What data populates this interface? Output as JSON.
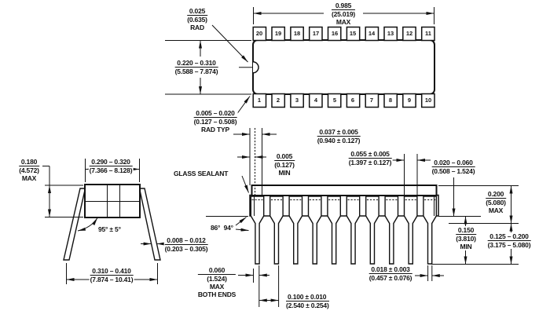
{
  "top_view": {
    "pins_top": [
      "20",
      "19",
      "18",
      "17",
      "16",
      "15",
      "14",
      "13",
      "12",
      "11"
    ],
    "pins_bottom": [
      "1",
      "2",
      "3",
      "4",
      "5",
      "6",
      "7",
      "8",
      "9",
      "10"
    ],
    "dims": {
      "overall_length": {
        "in": "0.985",
        "mm": "(25.019)",
        "note": "MAX"
      },
      "notch_radius": {
        "in": "0.025",
        "mm": "(0.635)",
        "note": "RAD"
      },
      "body_width": {
        "in": "0.220 – 0.310",
        "mm": "(5.588 – 7.874)"
      },
      "corner_radius": {
        "in": "0.005 – 0.020",
        "mm": "(0.127 – 0.508)",
        "note": "RAD TYP"
      }
    }
  },
  "side_view": {
    "labels": {
      "glass_sealant": "GLASS SEALANT",
      "end_angle": "86°  94°"
    },
    "dims": {
      "lead_shoulder_gap": {
        "in": "0.037 ± 0.005",
        "mm": "(0.940 ± 0.127)"
      },
      "sealant_min": {
        "in": "0.005",
        "mm": "(0.127)",
        "note": "MIN"
      },
      "shoulder_width": {
        "in": "0.055 ± 0.005",
        "mm": "(1.397 ± 0.127)"
      },
      "standoff": {
        "in": "0.020 – 0.060",
        "mm": "(0.508 – 1.524)"
      },
      "body_height": {
        "in": "0.200",
        "mm": "(5.080)",
        "note": "MAX"
      },
      "lead_length_min": {
        "in": "0.150",
        "mm": "(3.810)",
        "note": "MIN"
      },
      "tip_length": {
        "in": "0.125 – 0.200",
        "mm": "(3.175 – 5.080)"
      },
      "end_lead_gap": {
        "in": "0.060",
        "mm": "(1.524)",
        "note": "MAX",
        "note2": "BOTH ENDS"
      },
      "lead_pitch": {
        "in": "0.100 ± 0.010",
        "mm": "(2.540 ± 0.254)"
      },
      "pin_width": {
        "in": "0.018 ± 0.003",
        "mm": "(0.457 ± 0.076)"
      }
    }
  },
  "end_view": {
    "labels": {
      "splay_angle": "95° ± 5°"
    },
    "dims": {
      "body_thickness": {
        "in": "0.180",
        "mm": "(4.572)",
        "note": "MAX"
      },
      "body_width": {
        "in": "0.290 – 0.320",
        "mm": "(7.366 – 8.128)"
      },
      "lead_thickness": {
        "in": "0.008 – 0.012",
        "mm": "(0.203 – 0.305)"
      },
      "lead_spread": {
        "in": "0.310 – 0.410",
        "mm": "(7.874 – 10.41)"
      }
    }
  }
}
